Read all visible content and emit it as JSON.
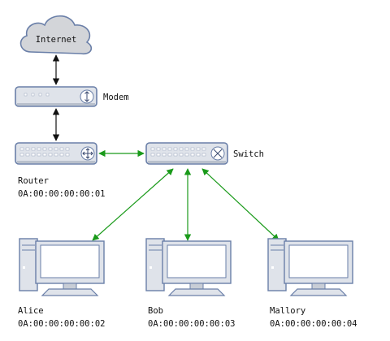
{
  "colors": {
    "device_fill": "#dfe3ea",
    "device_stroke": "#6a7fa8",
    "cloud_fill": "#d3d5d9",
    "black_link": "#111111",
    "green_link": "#1a9a1a"
  },
  "nodes": {
    "internet": {
      "label": "Internet",
      "icon": "cloud-icon"
    },
    "modem": {
      "label": "Modem",
      "icon": "modem-icon"
    },
    "router": {
      "label": "Router",
      "mac": "0A:00:00:00:00:01",
      "icon": "router-icon"
    },
    "switch": {
      "label": "Switch",
      "icon": "switch-icon"
    },
    "alice": {
      "label": "Alice",
      "mac": "0A:00:00:00:00:02",
      "icon": "desktop-computer-icon"
    },
    "bob": {
      "label": "Bob",
      "mac": "0A:00:00:00:00:03",
      "icon": "desktop-computer-icon"
    },
    "mallory": {
      "label": "Mallory",
      "mac": "0A:00:00:00:00:04",
      "icon": "desktop-computer-icon"
    }
  },
  "links": [
    {
      "from": "internet",
      "to": "modem",
      "color": "black"
    },
    {
      "from": "modem",
      "to": "router",
      "color": "black"
    },
    {
      "from": "router",
      "to": "switch",
      "color": "green"
    },
    {
      "from": "switch",
      "to": "alice",
      "color": "green"
    },
    {
      "from": "switch",
      "to": "bob",
      "color": "green"
    },
    {
      "from": "switch",
      "to": "mallory",
      "color": "green"
    }
  ]
}
